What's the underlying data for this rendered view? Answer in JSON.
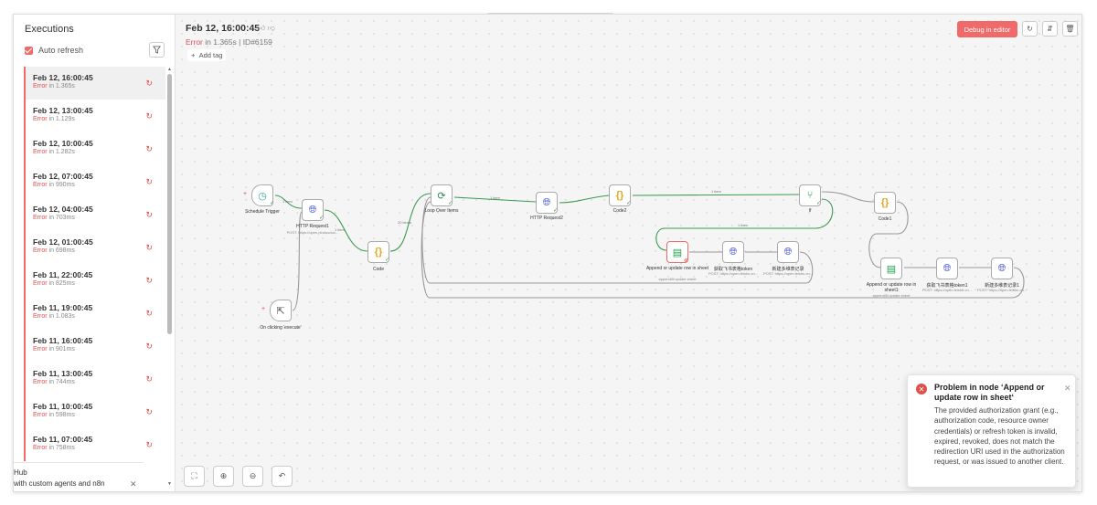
{
  "sidebar": {
    "title": "Executions",
    "auto_refresh": "Auto refresh",
    "executions": [
      {
        "time": "Feb 12, 16:00:45",
        "status": "Error",
        "duration": " in 1.365s"
      },
      {
        "time": "Feb 12, 13:00:45",
        "status": "Error",
        "duration": " in 1.129s"
      },
      {
        "time": "Feb 12, 10:00:45",
        "status": "Error",
        "duration": " in 1.282s"
      },
      {
        "time": "Feb 12, 07:00:45",
        "status": "Error",
        "duration": " in 990ms"
      },
      {
        "time": "Feb 12, 04:00:45",
        "status": "Error",
        "duration": " in 703ms"
      },
      {
        "time": "Feb 12, 01:00:45",
        "status": "Error",
        "duration": " in 698ms"
      },
      {
        "time": "Feb 11, 22:00:45",
        "status": "Error",
        "duration": " in 825ms"
      },
      {
        "time": "Feb 11, 19:00:45",
        "status": "Error",
        "duration": " in 1.083s"
      },
      {
        "time": "Feb 11, 16:00:45",
        "status": "Error",
        "duration": " in 901ms"
      },
      {
        "time": "Feb 11, 13:00:45",
        "status": "Error",
        "duration": " in 744ms"
      },
      {
        "time": "Feb 11, 10:00:45",
        "status": "Error",
        "duration": " in 598ms"
      },
      {
        "time": "Feb 11, 07:00:45",
        "status": "Error",
        "duration": " in 758ms"
      }
    ],
    "hub_line1": "Hub",
    "hub_line2": "with custom agents and n8n"
  },
  "header": {
    "title": "Feb 12, 16:00:45",
    "status": "Error",
    "duration": " in 1.365s",
    "id": " | ID#6159",
    "add_tag": "Add tag",
    "debug_button": "Debug in editor"
  },
  "nodes": {
    "schedule": "Schedule Trigger",
    "http1": "HTTP Request1",
    "http1_sub": "POST: https://open.pinduoduo...",
    "code": "Code",
    "manual": "On clicking 'execute'",
    "loop": "Loop Over Items",
    "http2": "HTTP Request2",
    "code2": "Code2",
    "if": "If",
    "code1": "Code1",
    "sheet": "Append or update row in sheet",
    "sheet_sub": "append0f:update sheet",
    "token": "获取飞书表格token",
    "token_sub": "POST: https://open.feishu.cn...",
    "record": "新建多维表记录",
    "record_sub": "POST: https://open.feishu.cn...",
    "sheet1": "Append or update row in sheet1",
    "sheet1_sub": "append0f:update sheet",
    "token1": "获取飞书表格token1",
    "token1_sub": "POST: https://open.feishu.cn...",
    "record1": "新建多维表记录1",
    "record1_sub": "POST: https://open.feishu.cn..."
  },
  "edges": {
    "e1": "1 item",
    "e2": "20 items",
    "e3": "1 item",
    "e4": "1 item",
    "e5": "1 item",
    "e6": "1 item"
  },
  "toast": {
    "title": "Problem in node ‘Append or update row in sheet‘",
    "body": "The provided authorization grant (e.g., authorization code, resource owner credentials) or refresh token is invalid, expired, revoked, does not match the redirection URI used in the authorization request, or was issued to another client."
  },
  "colors": {
    "accent": "#f06a6a",
    "error": "#e05050",
    "success": "#3a9a50"
  }
}
